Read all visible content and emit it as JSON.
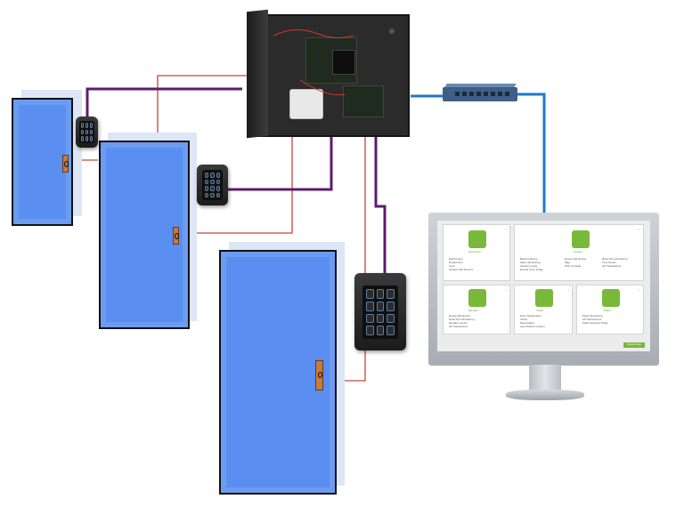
{
  "dashboard": {
    "tiles": [
      {
        "title": "Personnel",
        "lines": [
          "Add Person",
          "Department",
          "Card",
          "Issued Card Record"
        ]
      },
      {
        "title": "Access",
        "lines": [
          "Branch Device",
          "Alarm Monitoring",
          "Access Levels",
          "Events From Today"
        ]
      },
      {
        "title": "",
        "lines": [
          "Device Monitoring",
          "Map",
          "Who Is Inside"
        ]
      },
      {
        "title": "",
        "lines": [
          "Real-Time Monitoring",
          "Time Zones",
          "All Transactions"
        ]
      },
      {
        "title": "Elevator",
        "lines": [
          "Device Monitoring",
          "Real-Time Monitoring",
          "Elevator Levels",
          "All Transactions"
        ]
      },
      {
        "title": "Visitor",
        "lines": [
          "Entry Registration",
          "Visitor",
          "Reservation",
          "Last Visited Location"
        ]
      },
      {
        "title": "Patrol",
        "lines": [
          "Patrol Monitoring",
          "All Transactions",
          "Patrol Records Today"
        ]
      }
    ],
    "cta_label": "Module Guide"
  },
  "colors": {
    "lock_wire": "#c8453a",
    "data_wire": "#5a1e6e",
    "network_cable": "#1e78c8",
    "door": "#5a8ef0",
    "ui_accent": "#79b93a"
  }
}
